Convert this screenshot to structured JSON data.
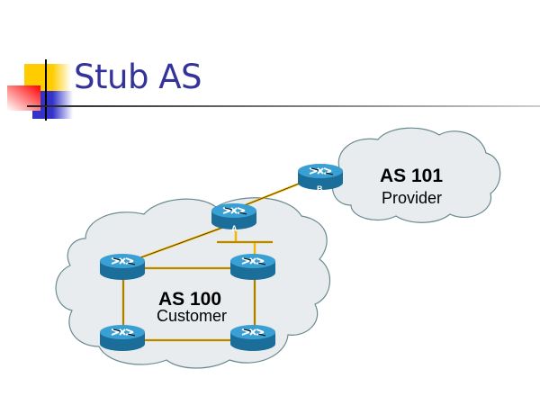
{
  "slide": {
    "title": "Stub AS"
  },
  "diagram": {
    "clouds": [
      {
        "id": "as100",
        "name": "AS 100",
        "role": "Customer"
      },
      {
        "id": "as101",
        "name": "AS 101",
        "role": "Provider"
      }
    ],
    "routers": [
      {
        "id": "B",
        "label": "B",
        "as": "AS 101"
      },
      {
        "id": "A",
        "label": "A",
        "as": "AS 100"
      },
      {
        "id": "R3",
        "label": "",
        "as": "AS 100"
      },
      {
        "id": "R4",
        "label": "",
        "as": "AS 100"
      },
      {
        "id": "R5",
        "label": "",
        "as": "AS 100"
      },
      {
        "id": "R6",
        "label": "",
        "as": "AS 100"
      }
    ],
    "links": [
      [
        "A",
        "B"
      ],
      [
        "A",
        "R3"
      ],
      [
        "A",
        "LAN"
      ],
      [
        "LAN",
        "R4"
      ],
      [
        "R3",
        "R4"
      ],
      [
        "R3",
        "R5"
      ],
      [
        "R4",
        "R6"
      ],
      [
        "R5",
        "R6"
      ]
    ],
    "colors": {
      "link": "#f2b705",
      "cloud_fill": "#e8ecee",
      "cloud_stroke": "#6b8a8f",
      "router_top": "#3aa0d4",
      "router_side": "#1a6e99",
      "title": "#333399"
    }
  }
}
